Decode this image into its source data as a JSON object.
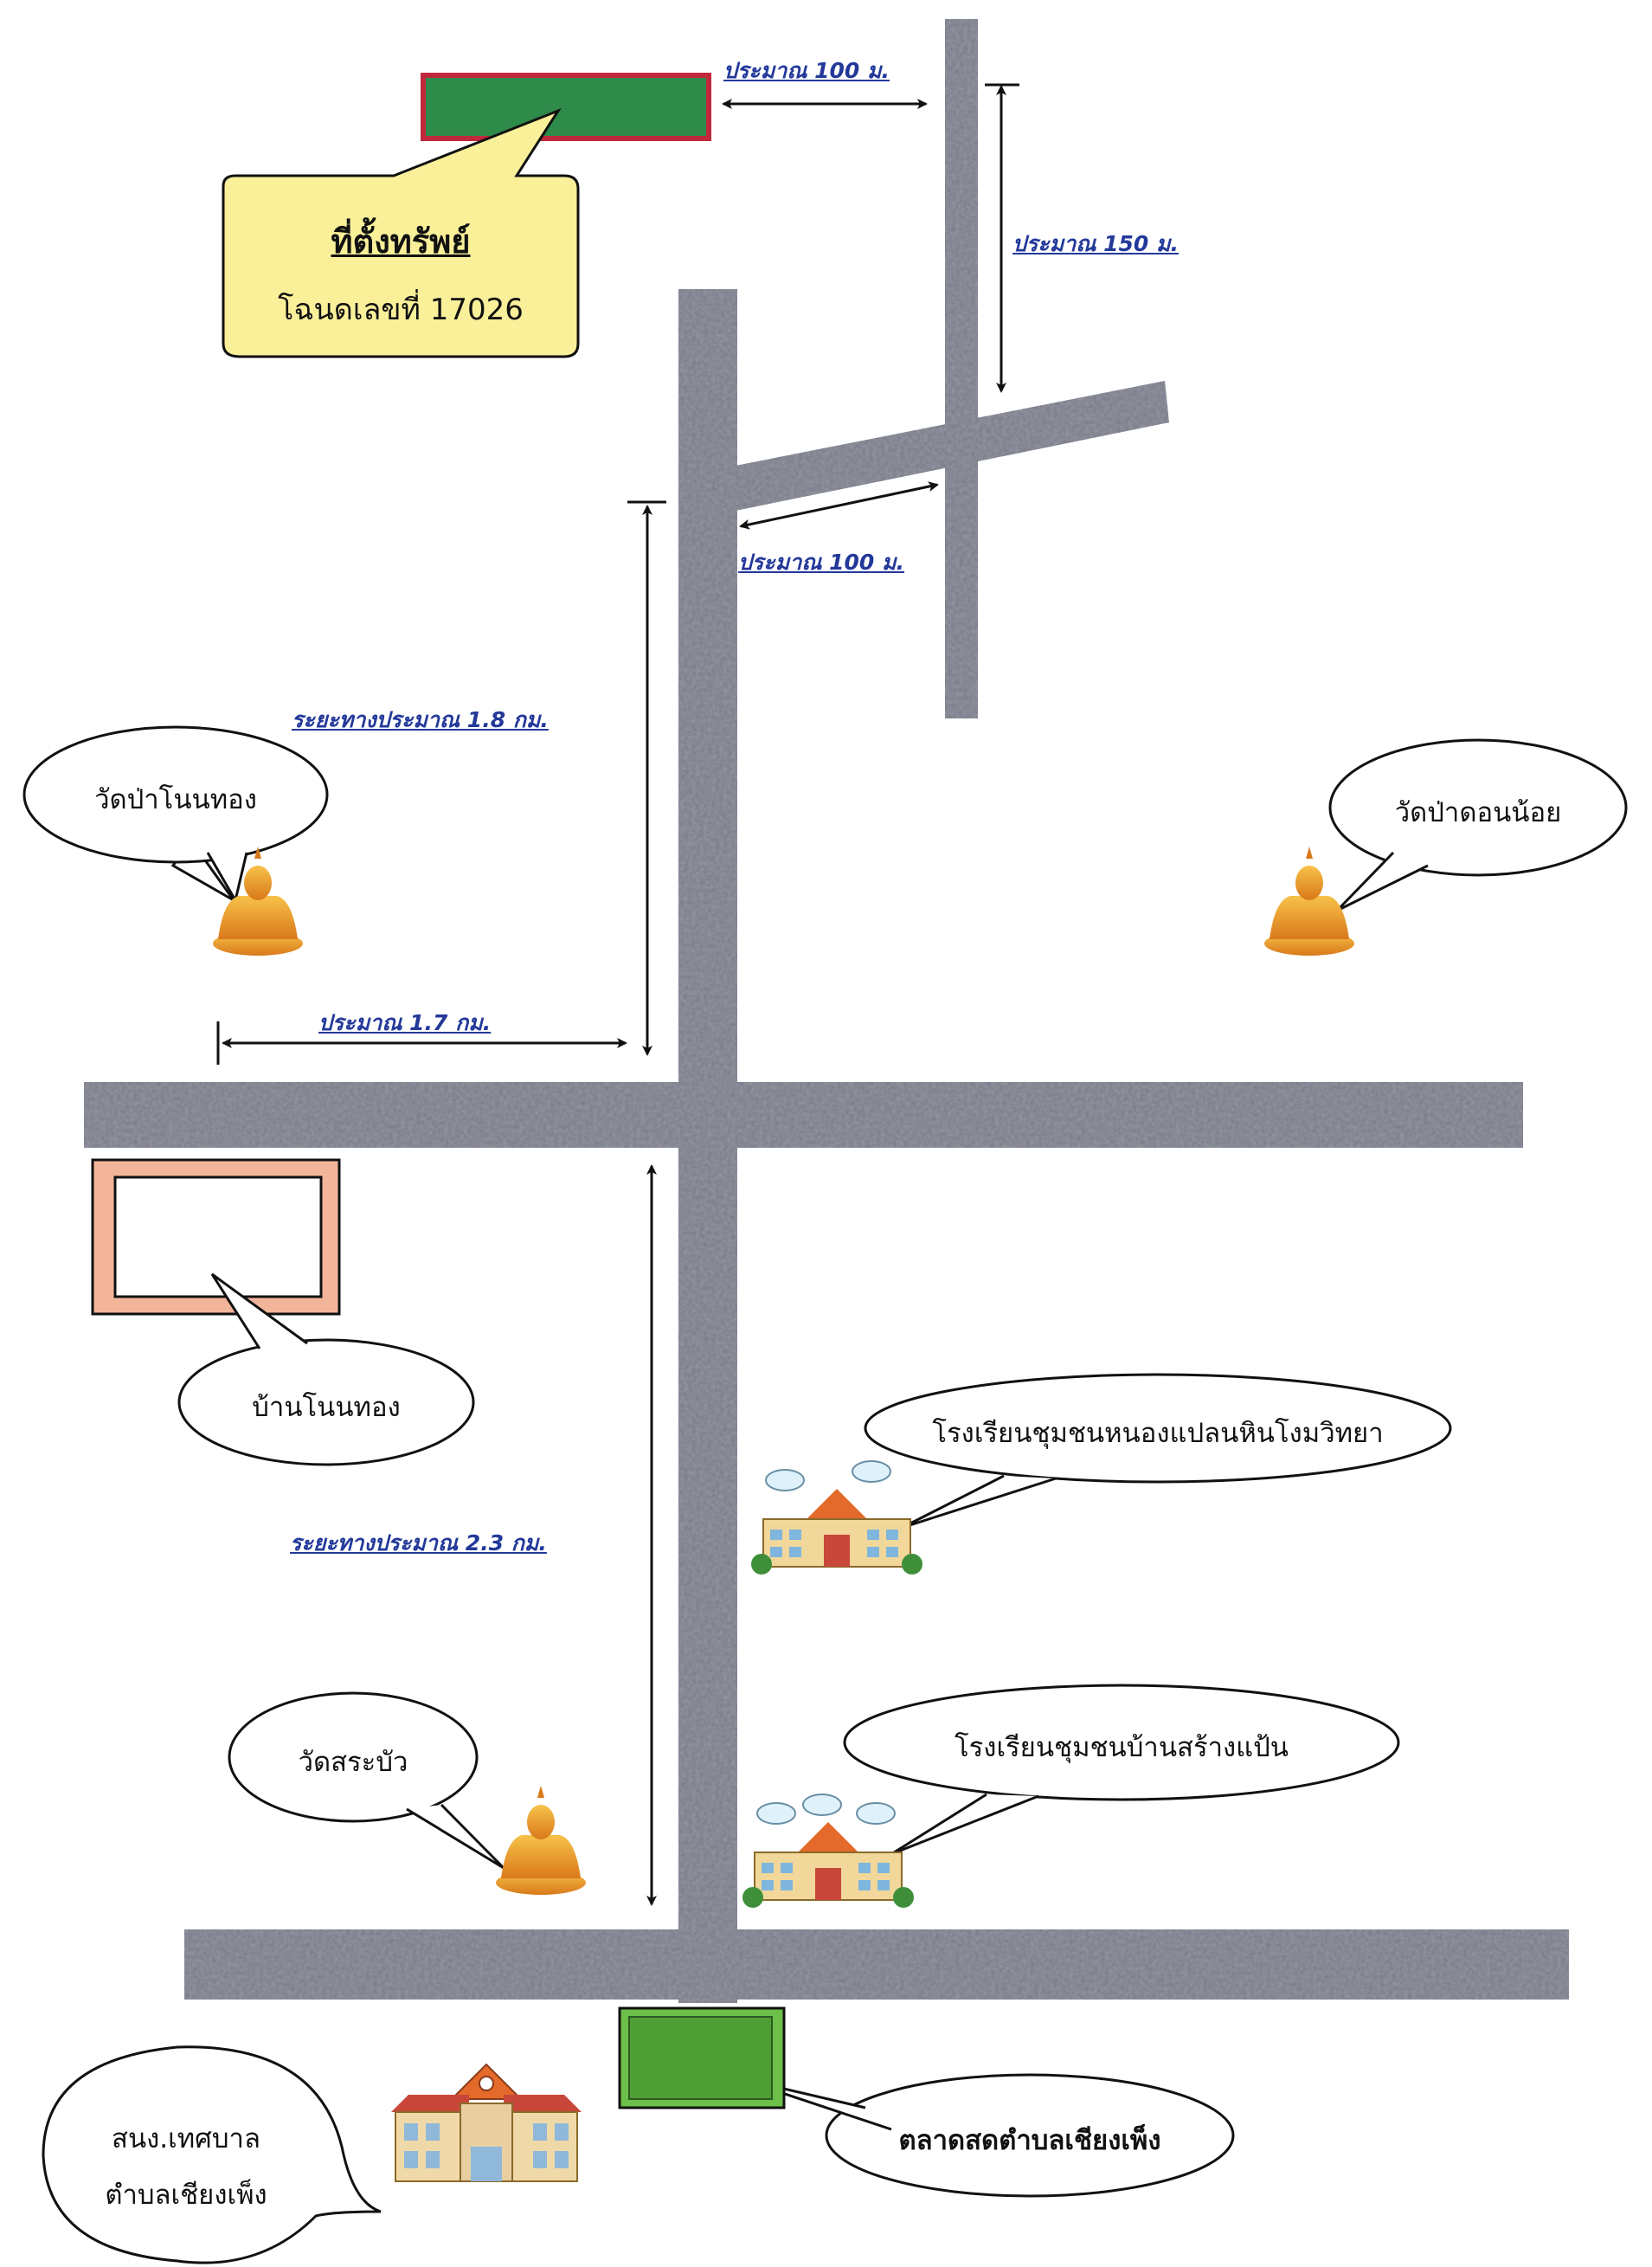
{
  "property": {
    "title": "ที่ตั้งทรัพย์",
    "deed": "โฉนดเลขที่ 17026"
  },
  "distances": {
    "d1": "ประมาณ 100 ม.",
    "d2": "ประมาณ 150 ม.",
    "d3": "ประมาณ 100 ม.",
    "d4": "ระยะทางประมาณ 1.8 กม.",
    "d5": "ประมาณ 1.7 กม.",
    "d6": "ระยะทางประมาณ 2.3 กม."
  },
  "places": {
    "wat_pa_non_thong": "วัดป่าโนนทอง",
    "wat_pa_don_noi": "วัดป่าดอนน้อย",
    "ban_non_thong": "บ้านโนนทอง",
    "school_1": "โรงเรียนชุมชนหนองแปลนหินโงมวิทยา",
    "wat_sa_bua": "วัดสระบัว",
    "school_2": "โรงเรียนชุมชนบ้านสร้างแป้น",
    "office_line1": "สนง.เทศบาล",
    "office_line2": "ตำบลเชียงเพ็ง",
    "market": "ตลาดสดตำบลเชียงเพ็ง"
  },
  "colors": {
    "road": "#8a8d98",
    "property_fill": "#2e8b4a",
    "property_border": "#c0283b",
    "callout_yellow": "#fbf09a",
    "distance_text": "#23399a",
    "village_border": "#f3b59a",
    "market_fill": "#6cbf48"
  }
}
